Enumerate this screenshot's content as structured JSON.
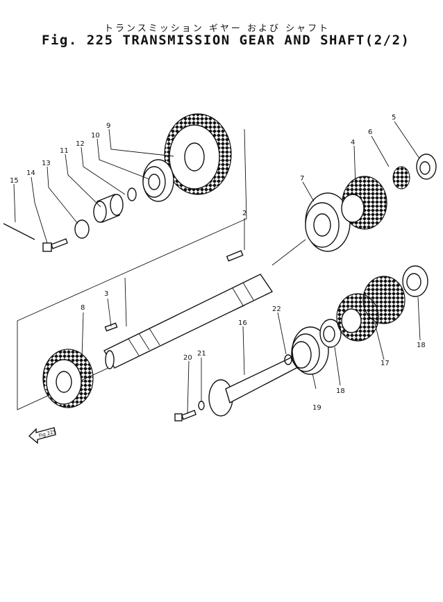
{
  "title": {
    "japanese": "トランスミッション ギヤー および シャフト",
    "english": "Fig. 225 TRANSMISSION GEAR AND SHAFT(2/2)"
  },
  "part_labels": [
    "2",
    "3",
    "4",
    "5",
    "6",
    "7",
    "8",
    "9",
    "10",
    "11",
    "12",
    "13",
    "14",
    "15",
    "16",
    "17",
    "18",
    "18",
    "19",
    "20",
    "21",
    "22"
  ],
  "reference_tag": "Fig 225"
}
